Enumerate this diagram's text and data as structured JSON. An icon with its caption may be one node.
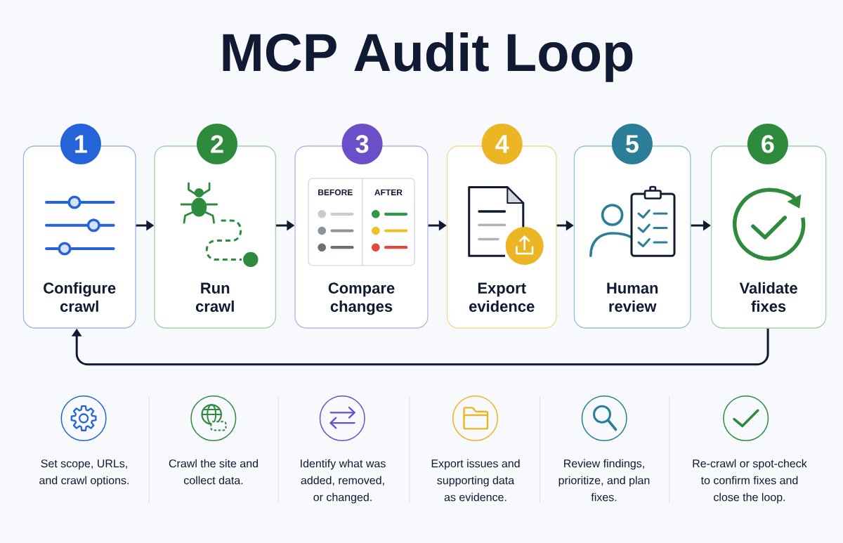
{
  "diagram": {
    "title": "MCP Audit Loop",
    "nodes": [
      {
        "text": [
          "1",
          "Configure crawl"
        ]
      },
      {
        "text": [
          "2",
          "Run crawl"
        ]
      },
      {
        "text": [
          "3",
          "Compare changes"
        ]
      },
      {
        "text": [
          "BEFORE",
          "AFTER"
        ],
        "in": 2
      },
      {
        "text": [
          "4",
          "Export evidence"
        ]
      },
      {
        "text": [
          "5",
          "Human review"
        ]
      },
      {
        "text": [
          "6",
          "Validate fixes"
        ]
      }
    ],
    "edges": [
      {
        "from": 0,
        "to": 1,
        "arrow": "to"
      },
      {
        "from": 1,
        "to": 2,
        "arrow": "to"
      },
      {
        "from": 2,
        "to": 4,
        "arrow": "to"
      },
      {
        "from": 4,
        "to": 5,
        "arrow": "to"
      },
      {
        "from": 5,
        "to": 6,
        "arrow": "to"
      },
      {
        "from": 6,
        "to": 0,
        "arrow": "to"
      }
    ],
    "labels": [
      "Set scope, URLs, and crawl options.",
      "Crawl the site and collect data.",
      "Identify what was added, removed, or changed.",
      "Export issues and supporting data as evidence.",
      "Review findings, prioritize, and plan fixes.",
      "Re-crawl or spot-check to confirm fixes and close the loop."
    ]
  }
}
